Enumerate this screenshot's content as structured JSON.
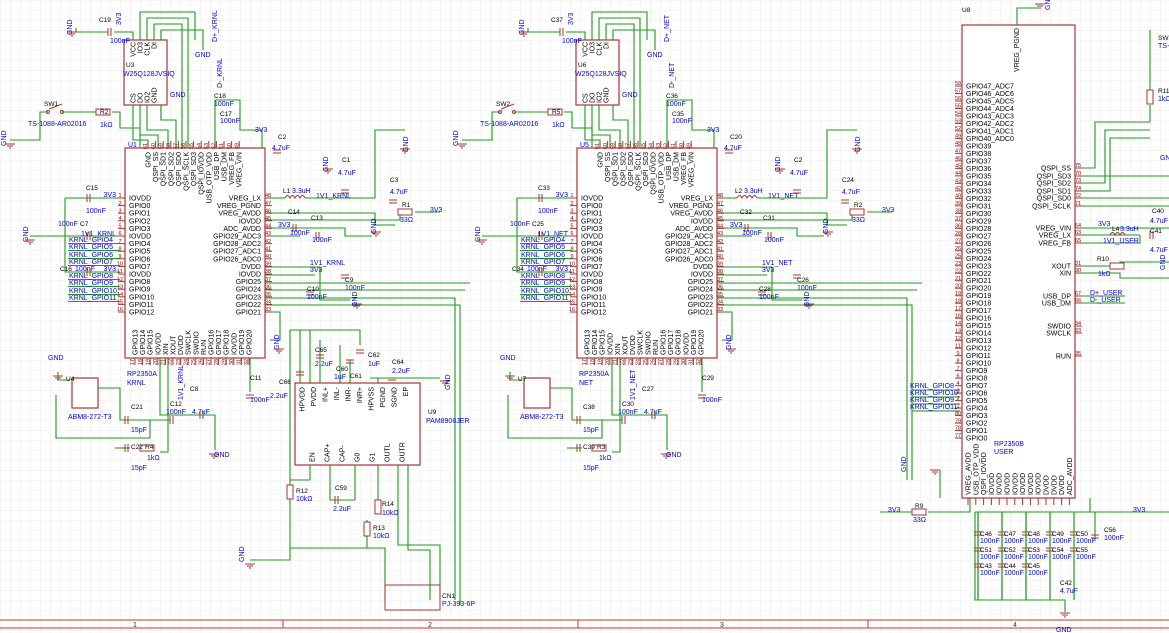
{
  "colors": {
    "wire": "#1a9a1a",
    "part_outline": "#aa3333",
    "net_label": "#0000ee",
    "background_grid": "#e6e6e6"
  },
  "frame": {
    "zones": [
      "1",
      "2",
      "3",
      "4"
    ]
  },
  "pins": {
    "rp2350a": {
      "left": [
        "IOVDD",
        "GPIO0",
        "GPIO1",
        "GPIO2",
        "GPIO3",
        "IOVDD",
        "GPIO4",
        "GPIO5",
        "GPIO6",
        "GPIO7",
        "IOVDD",
        "GPIO8",
        "GPIO9",
        "GPIO10",
        "GPIO11",
        "GPIO12"
      ],
      "left_num": [
        "1",
        "2",
        "3",
        "4",
        "5",
        "6",
        "7",
        "8",
        "9",
        "10",
        "11",
        "12",
        "13",
        "14",
        "15",
        "16"
      ],
      "right": [
        "VREG_LX",
        "VREG_PGND",
        "VREG_AVDD",
        "IOVDD",
        "ADC_AVDD",
        "GPIO29_ADC3",
        "GPIO28_ADC2",
        "GPIO27_ADC1",
        "GPIO26_ADC0",
        "DVDD",
        "IOVDD",
        "GPIO25",
        "GPIO24",
        "GPIO23",
        "GPIO22",
        "GPIO21"
      ],
      "right_num": [
        "48",
        "47",
        "46",
        "45",
        "44",
        "43",
        "42",
        "41",
        "40",
        "39",
        "38",
        "37",
        "36",
        "35",
        "34",
        "33"
      ],
      "top": [
        "GND",
        "QSPI_SS",
        "QSPI_SD1",
        "QSPI_SD2",
        "QSPI_SD0",
        "QSPI_SCLK",
        "QSPI_SD3",
        "QSPI_IOVDD",
        "USB_OTP_VDD",
        "USB_DP",
        "USB_DM",
        "VREG_FB",
        "VREG_VIN"
      ],
      "top_num": [
        "61",
        "60",
        "59",
        "58",
        "57",
        "56",
        "55",
        "54",
        "53",
        "52",
        "51",
        "50",
        "49"
      ],
      "bottom": [
        "GPIO13",
        "GPIO14",
        "GPIO15",
        "IOVDD",
        "XIN",
        "XOUT",
        "DVDD",
        "SWCLK",
        "SWDIO",
        "RUN",
        "GPIO16",
        "GPIO17",
        "GPIO18",
        "IOVDD",
        "GPIO19",
        "GPIO20"
      ],
      "bottom_num": [
        "17",
        "18",
        "19",
        "20",
        "21",
        "22",
        "23",
        "24",
        "25",
        "26",
        "27",
        "28",
        "29",
        "30",
        "31",
        "32"
      ]
    },
    "rp2350b": {
      "left": [
        "GPIO47_ADC7",
        "GPIO46_ADC6",
        "GPIO45_ADC5",
        "GPIO44_ADC4",
        "GPIO43_ADC3",
        "GPIO42_ADC2",
        "GPIO41_ADC1",
        "GPIO40_ADC0",
        "GPIO39",
        "GPIO38",
        "GPIO37",
        "GPIO36",
        "GPIO35",
        "GPIO34",
        "GPIO33",
        "GPIO32",
        "GPIO31",
        "GPIO30",
        "GPIO29",
        "GPIO28",
        "GPIO27",
        "GPIO26",
        "GPIO25",
        "GPIO24",
        "GPIO23",
        "GPIO22",
        "GPIO21",
        "GPIO20",
        "GPIO19",
        "GPIO18",
        "GPIO17",
        "GPIO16",
        "GPIO15",
        "GPIO14",
        "GPIO13",
        "GPIO12",
        "GPIO11",
        "GPIO10",
        "GPIO9",
        "GPIO8",
        "GPIO7",
        "GPIO6",
        "GPIO5",
        "GPIO4",
        "GPIO3",
        "GPIO2",
        "GPIO1",
        "GPIO0"
      ],
      "left_num": [
        "58",
        "57",
        "56",
        "55",
        "54",
        "53",
        "52",
        "49",
        "48",
        "47",
        "46",
        "45",
        "44",
        "43",
        "42",
        "40",
        "39",
        "38",
        "37",
        "36",
        "28",
        "27",
        "26",
        "25",
        "23",
        "22",
        "21",
        "20",
        "19",
        "18",
        "17",
        "16",
        "14",
        "13",
        "12",
        "11",
        "9",
        "8",
        "7",
        "6",
        "4",
        "3",
        "2",
        "1",
        "80",
        "79",
        "78",
        "77"
      ],
      "right": [
        "QSPI_SS",
        "QSPI_SD3",
        "QSPI_SD2",
        "QSPI_SD1",
        "QSPI_SD0",
        "QSPI_SCLK",
        "VREG_VIN",
        "VREG_LX",
        "VREG_FB",
        "XOUT",
        "XIN",
        "USB_DP",
        "USB_DM",
        "SWDIO",
        "SWCLK",
        "RUN"
      ],
      "right_num": [
        "75",
        "70",
        "73",
        "74",
        "72",
        "71",
        "64",
        "63",
        "65",
        "31",
        "30",
        "67",
        "66",
        "34",
        "33",
        "35"
      ],
      "top": [
        "VREG_PGND"
      ],
      "bottom": [
        "VREG_AVDD",
        "USB_OTP_VDD",
        "QSPI_IOVDD",
        "IOVDD",
        "IOVDD",
        "IOVDD",
        "IOVDD",
        "IOVDD",
        "IOVDD",
        "IOVDD",
        "DVDD",
        "DVDD",
        "DVDD",
        "ADC_AVDD"
      ]
    },
    "flash": {
      "top": [
        "VCC",
        "IO3",
        "CLK",
        "DI"
      ],
      "bottom": [
        "CS",
        "DO",
        "IO2",
        "GND"
      ]
    },
    "pam8908": {
      "top": [
        "HPVDD",
        "PVDD",
        "INL+",
        "INL-",
        "INR-",
        "INR+",
        "HPVSS",
        "PGND",
        "SGND",
        "EP"
      ],
      "bottom": [
        "EN",
        "CAP+",
        "CAP-",
        "G0",
        "G1",
        "OUTL",
        "OUTR"
      ]
    }
  },
  "blocks": [
    {
      "labels": {
        "gnd_top": "GND",
        "c19r": "C19",
        "c19v": "100nF",
        "v3_top": "3V3",
        "flash_ref": "U3",
        "flash_part": "W25Q128JVSIQ",
        "gnd_f": "GND",
        "dp": "D+_KRNL",
        "dm": "D-_KRNL",
        "gnd_f2": "GND",
        "c18r": "C18",
        "c18v": "100nF",
        "c17r": "C17",
        "c17v": "100nF",
        "sw_ref": "SW1",
        "sw_part": "TS-1088-AR02016",
        "r2r": "R2",
        "r2v": "1kΩ",
        "gnd_sw": "GND",
        "chip_ref": "U1",
        "v3_a": "3V3",
        "c2r": "C2",
        "c2v": "4.7uF",
        "gnd_c2": "GND",
        "c1r": "C1",
        "c1v": "4.7uF",
        "gnd_c1": "GND",
        "c3r": "C3",
        "c3v": "4.7uF",
        "l1r": "L1",
        "l1v": "3.3uH",
        "core1": "1V1_KRNL",
        "r1r": "R1",
        "r1v": "33Ω",
        "v3_r1": "3V3",
        "c15r": "C15",
        "c15v": "100nF",
        "v3_c15": "3V3",
        "gnd_l": "GND",
        "c7r": "C7",
        "c7v": "100nF",
        "core2": "1V1_KRNL",
        "c16r": "C16",
        "c16v": "100nF",
        "v3_c16": "3V3",
        "c14r": "C14",
        "c14v": "100nF",
        "c13r": "C13",
        "c13v": "100nF",
        "v3_c14": "3V3",
        "gnd_c13": "GND",
        "core3": "1V1_KRNL",
        "v3_c9": "3V3",
        "c9r": "C9",
        "c9v": "100nF",
        "c10r": "C10",
        "c10v": "100nF",
        "gnd_c9": "GND",
        "gnd_x": "GND",
        "xtal_ref": "U4",
        "xtal_part": "ABM8-272-T3",
        "c21r": "C21",
        "c21v": "15pF",
        "c22r": "C22",
        "c22v": "15pF",
        "r4r": "R4",
        "r4v": "1kΩ",
        "chip_part": "RP2350A",
        "chip_name": "KRNL",
        "core4": "1V1_KRNL",
        "c12r": "C12",
        "c12v": "100nF",
        "c8r": "C8",
        "c8v": "4.7uF",
        "gnd_c8": "GND",
        "c11r": "C11",
        "c11v": "100nF",
        "gnd_c11": "GND"
      },
      "gpio_nets": [
        "KRNL_GPIO4",
        "KRNL_GPIO5",
        "KRNL_GPIO6",
        "KRNL_GPIO7",
        "KRNL_GPIO8",
        "KRNL_GPIO9",
        "KRNL_GPIO10",
        "KRNL_GPIO11"
      ]
    },
    {
      "labels": {
        "gnd_top": "GND",
        "c19r": "C37",
        "c19v": "100nF",
        "v3_top": "3V3",
        "flash_ref": "U6",
        "flash_part": "W25Q128JVSIQ",
        "gnd_f": "GND",
        "dp": "D+_NET",
        "dm": "D-_NET",
        "gnd_f2": "GND",
        "c18r": "C36",
        "c18v": "100nF",
        "c17r": "C35",
        "c17v": "100nF",
        "sw_ref": "SW2",
        "sw_part": "TS-1088-AR02016",
        "r2r": "R5",
        "r2v": "1kΩ",
        "gnd_sw": "GND",
        "chip_ref": "U5",
        "v3_a": "3V3",
        "c2r": "C20",
        "c2v": "4.7uF",
        "gnd_c2": "GND",
        "c1r": "C2",
        "c1v": "4.7uF",
        "gnd_c1": "GND",
        "c3r": "C24",
        "c3v": "4.7uF",
        "l1r": "L2",
        "l1v": "3.3uH",
        "core1": "1V1_NET",
        "r1r": "R2",
        "r1v": "33Ω",
        "v3_r1": "3V3",
        "c15r": "C33",
        "c15v": "100nF",
        "v3_c15": "3V3",
        "gnd_l": "GND",
        "c7r": "C25",
        "c7v": "100nF",
        "core2": "1V1_NET",
        "c16r": "C34",
        "c16v": "100nF",
        "v3_c16": "3V3",
        "c14r": "C32",
        "c14v": "100nF",
        "c13r": "C31",
        "c13v": "100nF",
        "v3_c14": "3V3",
        "gnd_c13": "GND",
        "core3": "1V1_NET",
        "v3_c9": "3V3",
        "c9r": "C26",
        "c9v": "100nF",
        "c10r": "C28",
        "c10v": "100nF",
        "gnd_c9": "GND",
        "gnd_x": "GND",
        "xtal_ref": "U7",
        "xtal_part": "ABM8-272-T3",
        "c21r": "C38",
        "c21v": "15pF",
        "c22r": "C39",
        "c22v": "15pF",
        "r4r": "R3",
        "r4v": "1kΩ",
        "chip_part": "RP2350A",
        "chip_name": "NET",
        "core4": "1V1_NET",
        "c12r": "C30",
        "c12v": "100nF",
        "c8r": "C27",
        "c8v": "4.7uF",
        "gnd_c8": "GND",
        "c11r": "C29",
        "c11v": "100nF",
        "gnd_c11": "GND"
      },
      "gpio_nets": [
        "KRNL_GPIO4",
        "KRNL_GPIO5",
        "KRNL_GPIO6",
        "KRNL_GPIO7",
        "KRNL_GPIO8",
        "KRNL_GPIO9",
        "KRNL_GPIO10",
        "KRNL_GPIO11"
      ]
    }
  ],
  "amp": {
    "labels": {
      "u9r": "U9",
      "u9v": "PAM8908JER",
      "gnd_u9": "GND",
      "c65r": "C65",
      "c65v": "2.2uF",
      "c66r": "C66",
      "c66v": "2.2uF",
      "c62r": "C62",
      "c62v": "1uF",
      "c61r": "C61",
      "c60r": "C60",
      "c60v": "1uF",
      "c64r": "C64",
      "c64v": "2.2uF",
      "r12r": "R12",
      "r12v": "10kΩ",
      "c59r": "C59",
      "c59v": "2.2uF",
      "r14r": "R14",
      "r14v": "10kΩ",
      "r13r": "R13",
      "r13v": "10kΩ",
      "gnd_amp": "GND",
      "cn1r": "CN1",
      "cn1v": "PJ-393-6P"
    }
  },
  "user": {
    "labels": {
      "u8r": "U8",
      "gnd_top": "GND",
      "part": "RP2350B",
      "name": "USER",
      "sw3": "SW3",
      "sw3v": "TS-",
      "r11r": "R11",
      "r11v": "1kΩ",
      "gnd_sw": "GND",
      "v3": "3V3",
      "l4": "L4",
      "l4v": "3.3uH",
      "core": "1V1_USER",
      "c40": "C40",
      "c40v": "4.7uF",
      "c41": "C41",
      "c41v": "4.7uF",
      "r10": "R10",
      "r10v": "1kΩ",
      "gnd_x": "GND",
      "dp": "D+_USER",
      "dm": "D-_USER",
      "gnd_b": "GND",
      "r9": "R9",
      "r9v": "33Ω",
      "v3_l": "3V3",
      "v3_r": "3V3",
      "c56": "C56",
      "c56v": "100nF",
      "c42": "C42",
      "c42v": "4.7uF",
      "gnd_bot": "GND",
      "caps": [
        "C46",
        "C47",
        "C48",
        "C49",
        "C50",
        "C51",
        "C52",
        "C53",
        "C54",
        "C55",
        "C43",
        "C44",
        "C45"
      ],
      "cap_val": "100nF"
    },
    "gpio_nets": [
      "KRNL_GPIO8",
      "KRNL_GPIO10",
      "KRNL_GPIO9",
      "KRNL_GPIO11"
    ]
  }
}
